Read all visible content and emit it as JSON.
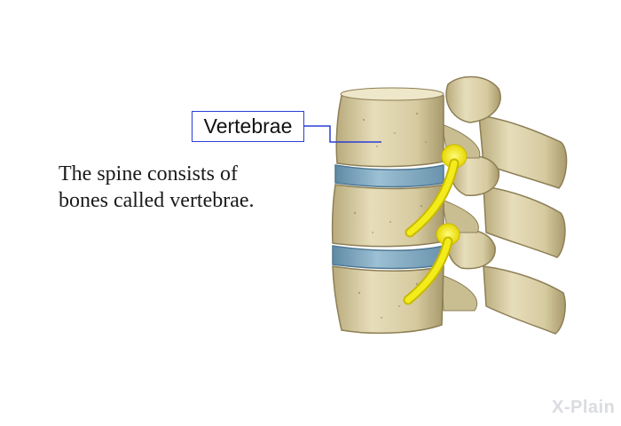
{
  "diagram": {
    "caption_lines": [
      "The spine consists of",
      "bones called vertebrae."
    ],
    "label": "Vertebrae",
    "watermark": "X-Plain",
    "colors": {
      "bone": "#d8cda3",
      "bone_shadow": "#a8996c",
      "disc": "#7ea7bf",
      "nerve": "#f2ec1a",
      "label_border": "#2a3fd6"
    }
  }
}
